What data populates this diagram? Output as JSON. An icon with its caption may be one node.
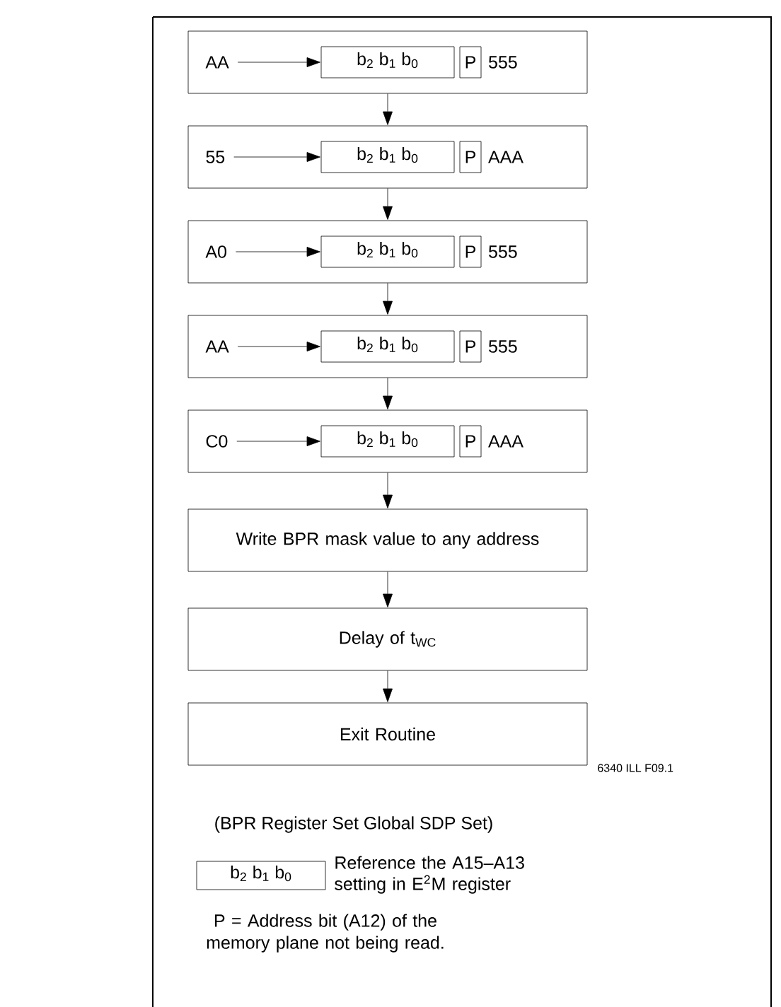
{
  "diagram": {
    "nodes": [
      {
        "text": [
          "555"
        ]
      },
      {
        "text": [
          "AA"
        ],
        "in": 0
      },
      {
        "text": [
          "b$_{2}$ b$_{1}$ b$_{0}$"
        ],
        "in": 0
      },
      {
        "text": [
          "P"
        ],
        "in": 0
      },
      {
        "text": [
          "AAA"
        ]
      },
      {
        "text": [
          "55"
        ],
        "in": 4
      },
      {
        "text": [
          "b$_{2}$ b$_{1}$ b$_{0}$"
        ],
        "in": 4
      },
      {
        "text": [
          "P"
        ],
        "in": 4
      },
      {
        "text": [
          "555"
        ]
      },
      {
        "text": [
          "A0"
        ],
        "in": 8
      },
      {
        "text": [
          "b$_{2}$ b$_{1}$ b$_{0}$"
        ],
        "in": 8
      },
      {
        "text": [
          "P"
        ],
        "in": 8
      },
      {
        "text": [
          "555"
        ]
      },
      {
        "text": [
          "AA"
        ],
        "in": 12
      },
      {
        "text": [
          "b$_{2}$ b$_{1}$ b$_{0}$"
        ],
        "in": 12
      },
      {
        "text": [
          "P"
        ],
        "in": 12
      },
      {
        "text": [
          "AAA"
        ]
      },
      {
        "text": [
          "C0"
        ],
        "in": 16
      },
      {
        "text": [
          "b$_{2}$ b$_{1}$ b$_{0}$"
        ],
        "in": 16
      },
      {
        "text": [
          "P"
        ],
        "in": 16
      },
      {
        "text": [
          "Write BPR mask value to any address"
        ]
      },
      {
        "text": [
          "Delay of t$_{WC}$"
        ]
      },
      {
        "text": [
          "Exit Routine"
        ]
      },
      {
        "text": [
          "b$_{2}$ b$_{1}$ b$_{0}$"
        ],
        "beside": [
          "Reference the A15–A13 setting in E$^{2}$M register"
        ]
      }
    ],
    "edges": [
      {
        "from": 1,
        "to": 2,
        "arrow": "to"
      },
      {
        "from": 5,
        "to": 6,
        "arrow": "to"
      },
      {
        "from": 9,
        "to": 10,
        "arrow": "to"
      },
      {
        "from": 13,
        "to": 14,
        "arrow": "to"
      },
      {
        "from": 17,
        "to": 18,
        "arrow": "to"
      },
      {
        "from": 0,
        "to": 4,
        "arrow": "to"
      },
      {
        "from": 4,
        "to": 8,
        "arrow": "to"
      },
      {
        "from": 8,
        "to": 12,
        "arrow": "to"
      },
      {
        "from": 12,
        "to": 16,
        "arrow": "to"
      },
      {
        "from": 16,
        "to": 20,
        "arrow": "to"
      },
      {
        "from": 20,
        "to": 21,
        "arrow": "to"
      },
      {
        "from": 21,
        "to": 22,
        "arrow": "to"
      }
    ],
    "labels": [
      "6340 ILL F09.1",
      "(BPR Register Set Global SDP Set)",
      "P = Address bit (A12) of the memory plane not being read."
    ]
  }
}
